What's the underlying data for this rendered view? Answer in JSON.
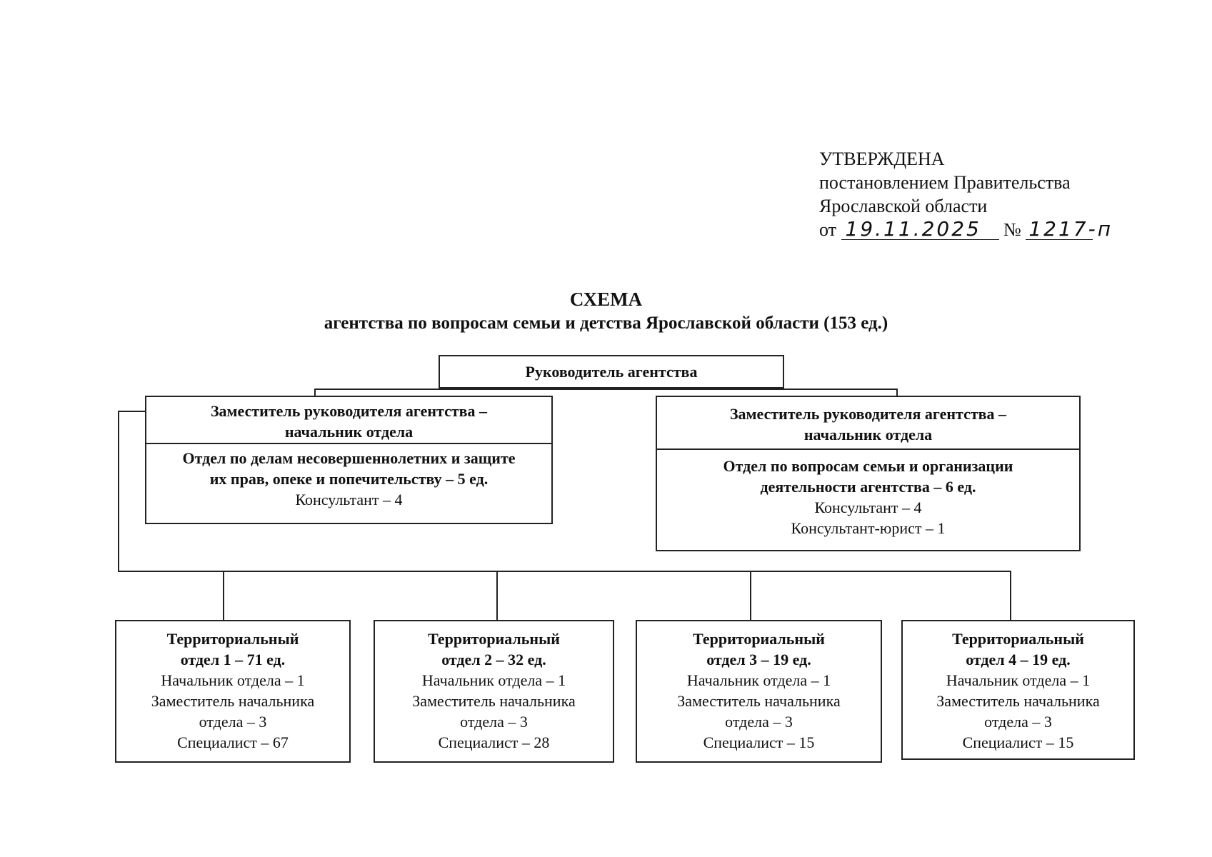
{
  "approval": {
    "status": "УТВЕРЖДЕНА",
    "line1": "постановлением Правительства",
    "line2": "Ярославской области",
    "date_prefix": "от",
    "date_handwritten": "19.11.2025",
    "number_prefix": "№",
    "number_handwritten": "1217-п"
  },
  "scheme": {
    "title": "СХЕМА",
    "subtitle": "агентства по вопросам семьи и детства Ярославской области (153 ед.)"
  },
  "head": {
    "label": "Руководитель агентства"
  },
  "deputies": [
    {
      "title_line1": "Заместитель руководителя агентства –",
      "title_line2": "начальник отдела",
      "dept_line1": "Отдел по делам несовершеннолетних и защите",
      "dept_line2": "их прав, опеке и попечительству – 5 ед.",
      "staff1": "Консультант – 4",
      "staff2": ""
    },
    {
      "title_line1": "Заместитель руководителя агентства –",
      "title_line2": "начальник отдела",
      "dept_line1": "Отдел по вопросам семьи и организации",
      "dept_line2": "деятельности агентства – 6 ед.",
      "staff1": "Консультант – 4",
      "staff2": "Консультант-юрист – 1"
    }
  ],
  "territorial": [
    {
      "name_line1": "Территориальный",
      "name_line2": "отдел 1 – 71 ед.",
      "head": "Начальник отдела – 1",
      "deputy_line1": "Заместитель начальника",
      "deputy_line2": "отдела – 3",
      "specialist": "Специалист – 67"
    },
    {
      "name_line1": "Территориальный",
      "name_line2": "отдел 2 – 32 ед.",
      "head": "Начальник отдела – 1",
      "deputy_line1": "Заместитель начальника",
      "deputy_line2": "отдела – 3",
      "specialist": "Специалист – 28"
    },
    {
      "name_line1": "Территориальный",
      "name_line2": "отдел 3 – 19 ед.",
      "head": "Начальник отдела – 1",
      "deputy_line1": "Заместитель начальника",
      "deputy_line2": "отдела – 3",
      "specialist": "Специалист – 15"
    },
    {
      "name_line1": "Территориальный",
      "name_line2": "отдел 4 – 19 ед.",
      "head": "Начальник отдела – 1",
      "deputy_line1": "Заместитель начальника",
      "deputy_line2": "отдела – 3",
      "specialist": "Специалист – 15"
    }
  ]
}
